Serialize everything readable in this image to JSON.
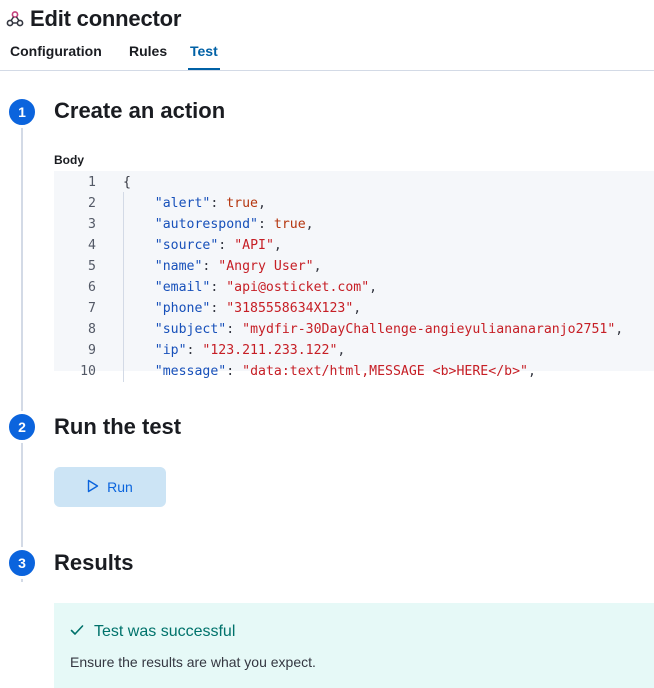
{
  "header": {
    "title": "Edit connector",
    "icon": "webhook-icon"
  },
  "tabs": [
    {
      "label": "Configuration",
      "active": false
    },
    {
      "label": "Rules",
      "active": false
    },
    {
      "label": "Test",
      "active": true
    }
  ],
  "steps": [
    {
      "number": "1",
      "title": "Create an action"
    },
    {
      "number": "2",
      "title": "Run the test"
    },
    {
      "number": "3",
      "title": "Results"
    }
  ],
  "body_editor": {
    "label": "Body",
    "line_numbers": [
      "1",
      "2",
      "3",
      "4",
      "5",
      "6",
      "7",
      "8",
      "9",
      "10"
    ],
    "lines": [
      {
        "key": "",
        "value": "",
        "type": "open"
      },
      {
        "key": "\"alert\"",
        "value": "true",
        "type": "bool"
      },
      {
        "key": "\"autorespond\"",
        "value": "true",
        "type": "bool"
      },
      {
        "key": "\"source\"",
        "value": "\"API\"",
        "type": "str"
      },
      {
        "key": "\"name\"",
        "value": "\"Angry User\"",
        "type": "str"
      },
      {
        "key": "\"email\"",
        "value": "\"api@osticket.com\"",
        "type": "str"
      },
      {
        "key": "\"phone\"",
        "value": "\"3185558634X123\"",
        "type": "str"
      },
      {
        "key": "\"subject\"",
        "value": "\"mydfir-30DayChallenge-angieyuliananaranjo2751\"",
        "type": "str"
      },
      {
        "key": "\"ip\"",
        "value": "\"123.211.233.122\"",
        "type": "str"
      },
      {
        "key": "\"message\"",
        "value": "\"data:text/html,MESSAGE <b>HERE</b>\"",
        "type": "str"
      }
    ]
  },
  "run_button": {
    "label": "Run",
    "icon": "play-icon"
  },
  "result": {
    "title": "Test was successful",
    "text": "Ensure the results are what you expect.",
    "icon": "check-icon",
    "accent": "#00726b"
  },
  "colors": {
    "primary": "#0b64dd",
    "tab_active": "#0061a6",
    "success_bg": "#e6f9f7"
  }
}
